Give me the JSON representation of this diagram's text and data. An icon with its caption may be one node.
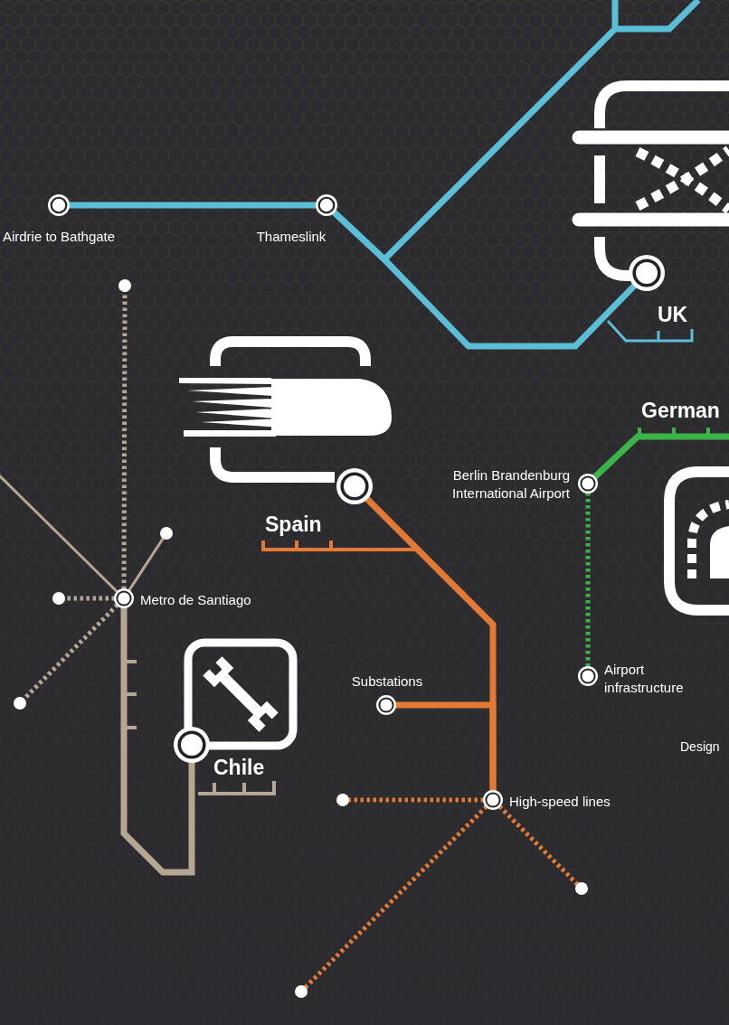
{
  "diagram": {
    "nodes": [
      {
        "text": [
          "Airdrie to Bathgate"
        ]
      },
      {
        "text": [
          "Thameslink"
        ]
      },
      {
        "text": [
          "UK"
        ]
      },
      {
        "text": [],
        "shape": "circle"
      },
      {
        "text": [
          "Spain"
        ]
      },
      {
        "text": [
          "Berlin Brandenburg International Airport"
        ]
      },
      {
        "text": [],
        "shape": "circle"
      },
      {
        "text": [],
        "shape": "circle"
      },
      {
        "text": [
          "Metro de Santiago"
        ]
      },
      {
        "text": [
          "Airport infrastructure"
        ]
      },
      {
        "text": [
          "Substations"
        ]
      },
      {
        "text": [],
        "shape": "circle"
      },
      {
        "text": [
          "Chile"
        ]
      },
      {
        "text": [],
        "shape": "circle"
      },
      {
        "text": [
          "High-speed lines"
        ]
      },
      {
        "text": [],
        "shape": "circle"
      },
      {
        "text": [],
        "shape": "circle"
      }
    ],
    "edges": [
      {
        "from": 0,
        "to": 1,
        "arrow": "none",
        "color": "#5bbdd6"
      },
      {
        "from": 1,
        "to": 2,
        "arrow": "none",
        "color": "#5bbdd6"
      },
      {
        "from": 1,
        "to": null,
        "arrow": "none",
        "color": "#5bbdd6"
      },
      {
        "from": 5,
        "to": null,
        "arrow": "none",
        "color": "#3cb44a"
      },
      {
        "from": 5,
        "to": 9,
        "arrow": "none",
        "style": "dashed",
        "color": "#3cb44a"
      },
      {
        "from": 4,
        "to": 14,
        "arrow": "none",
        "color": "#e27a36"
      },
      {
        "from": 10,
        "to": 14,
        "arrow": "none",
        "color": "#e27a36"
      },
      {
        "from": 14,
        "to": 13,
        "arrow": "none",
        "style": "dashed",
        "color": "#e27a36"
      },
      {
        "from": 14,
        "to": 15,
        "arrow": "none",
        "style": "dashed",
        "color": "#e27a36"
      },
      {
        "from": 14,
        "to": 16,
        "arrow": "none",
        "style": "dashed",
        "color": "#e27a36"
      },
      {
        "from": 8,
        "to": 3,
        "arrow": "none",
        "style": "dashed",
        "color": "#b5a794"
      },
      {
        "from": 8,
        "to": 6,
        "arrow": "none",
        "color": "#b5a794"
      },
      {
        "from": 8,
        "to": 7,
        "arrow": "none",
        "style": "dashed",
        "color": "#b5a794"
      },
      {
        "from": 8,
        "to": 11,
        "arrow": "none",
        "style": "dashed",
        "color": "#b5a794"
      },
      {
        "from": 8,
        "to": null,
        "arrow": "none",
        "color": "#b5a794"
      },
      {
        "from": 12,
        "to": 8,
        "arrow": "none",
        "color": "#b5a794"
      }
    ],
    "labels": [
      "German",
      "Design"
    ]
  }
}
